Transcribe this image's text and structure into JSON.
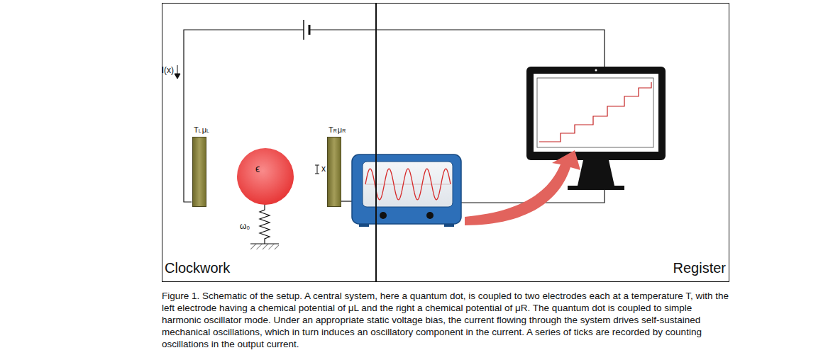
{
  "diagram": {
    "caption": "Figure 1. Schematic of the setup. A central system, here a quantum dot, is coupled to two electrodes each at a temperature T, with the left electrode having a chemical potential of μL and the right a chemical potential of μR. The quantum dot is coupled to simple harmonic oscillator mode. Under an appropriate static voltage bias, the current flowing through the system drives self-sustained mechanical oscillations, which in turn induces an oscillatory component in the current. A series of ticks are recorded by counting oscillations in the output current.",
    "nodes": [
      {
        "text": [
          "Clockwork"
        ]
      },
      {
        "text": [
          "T",
          "L",
          "μ",
          "L"
        ],
        "in": 0
      },
      {
        "text": [
          "ϵ"
        ],
        "in": 0
      },
      {
        "text": [
          "T",
          "R",
          "μ",
          "R"
        ],
        "in": 0
      },
      {
        "text": [
          "Register"
        ]
      }
    ],
    "labels": [
      "I(x)",
      "x",
      "ω₀"
    ]
  }
}
